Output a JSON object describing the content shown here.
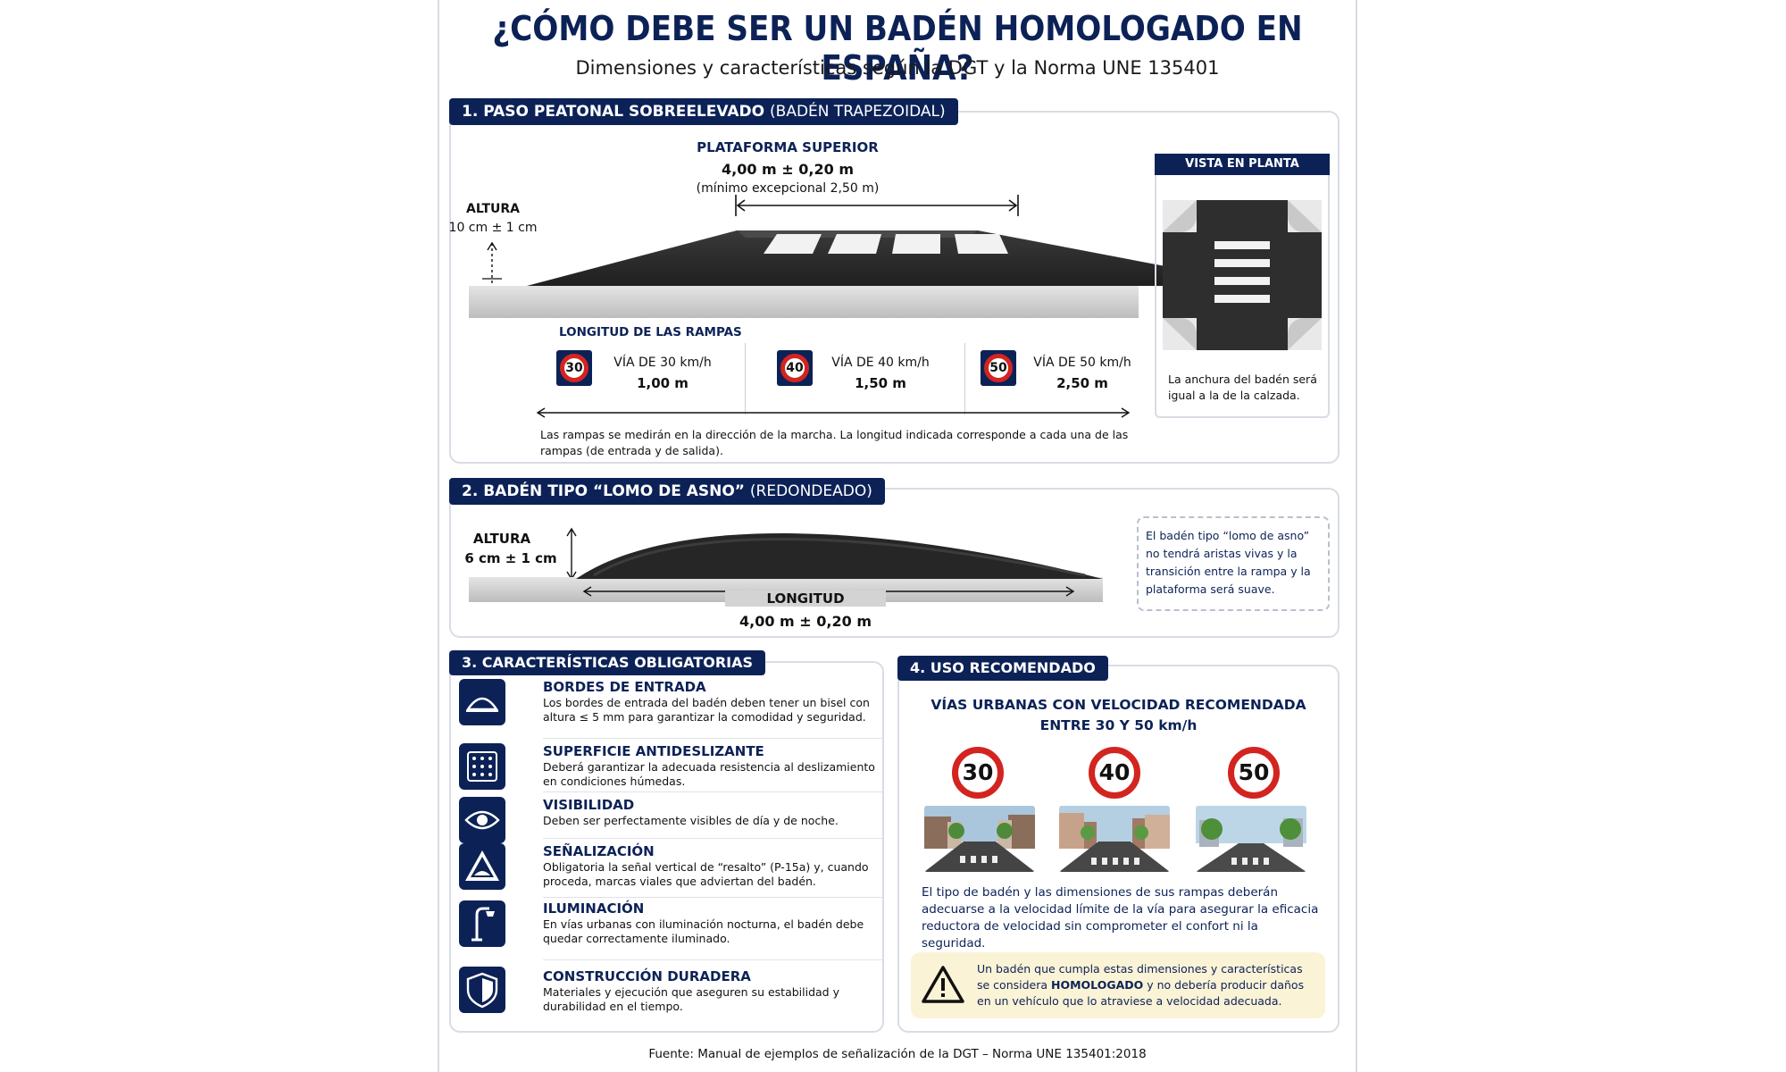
{
  "title": "¿CÓMO DEBE SER UN BADÉN HOMOLOGADO EN ESPAÑA?",
  "subtitle": "Dimensiones y características según la DGT y la Norma UNE 135401",
  "section1": {
    "tab_main": "1. PASO PEATONAL SOBREELEVADO",
    "tab_extra": "(BADÉN TRAPEZOIDAL)",
    "platform_label": "PLATAFORMA SUPERIOR",
    "platform_value": "4,00 m ± 0,20 m",
    "platform_note": "(mínimo excepcional 2,50 m)",
    "height_label": "ALTURA",
    "height_value": "10 cm ± 1 cm",
    "ramps_label": "LONGITUD DE LAS RAMPAS",
    "ramps": [
      {
        "speed": "30",
        "label": "VÍA DE 30 km/h",
        "value": "1,00 m"
      },
      {
        "speed": "40",
        "label": "VÍA DE 40 km/h",
        "value": "1,50 m"
      },
      {
        "speed": "50",
        "label": "VÍA DE 50 km/h",
        "value": "2,50 m"
      }
    ],
    "ramps_note": "Las rampas se medirán en la dirección de la marcha. La longitud indicada corresponde a cada una de las rampas (de entrada y de salida).",
    "plan_title": "VISTA EN PLANTA",
    "plan_note": "La anchura del badén será igual a la de la calzada."
  },
  "section2": {
    "tab_main": "2. BADÉN TIPO “LOMO DE ASNO”",
    "tab_extra": "(REDONDEADO)",
    "height_label": "ALTURA",
    "height_value": "6 cm ± 1 cm",
    "length_label": "LONGITUD",
    "length_value": "4,00 m ± 0,20 m",
    "note": "El badén tipo “lomo de asno” no tendrá aristas vivas y la transición entre la rampa y la plataforma será suave."
  },
  "section3": {
    "tab": "3. CARACTERÍSTICAS OBLIGATORIAS",
    "items": [
      {
        "icon": "bevel-edge-icon",
        "title": "BORDES DE ENTRADA",
        "desc": "Los bordes de entrada del badén deben tener un bisel con altura ≤ 5 mm para garantizar la comodidad y seguridad."
      },
      {
        "icon": "anti-slip-surface-icon",
        "title": "SUPERFICIE ANTIDESLIZANTE",
        "desc": "Deberá garantizar la adecuada resistencia al deslizamiento en condiciones húmedas."
      },
      {
        "icon": "eye-icon",
        "title": "VISIBILIDAD",
        "desc": "Deben ser perfectamente visibles de día y de noche."
      },
      {
        "icon": "speed-bump-warning-sign-icon",
        "title": "SEÑALIZACIÓN",
        "desc": "Obligatoria la señal vertical de “resalto” (P-15a) y, cuando proceda, marcas viales que adviertan del badén."
      },
      {
        "icon": "street-lamp-icon",
        "title": "ILUMINACIÓN",
        "desc": "En vías urbanas con iluminación nocturna, el badén debe quedar correctamente iluminado."
      },
      {
        "icon": "shield-icon",
        "title": "CONSTRUCCIÓN DURADERA",
        "desc": "Materiales y ejecución que aseguren su estabilidad y durabilidad en el tiempo."
      }
    ]
  },
  "section4": {
    "tab": "4. USO RECOMENDADO",
    "heading_line1": "VÍAS URBANAS CON VELOCIDAD RECOMENDADA",
    "heading_line2": "ENTRE 30 Y 50 km/h",
    "speeds": [
      "30",
      "40",
      "50"
    ],
    "paragraph": "El tipo de badén y las dimensiones de sus rampas deberán adecuarse a la velocidad límite de la vía para asegurar la eficacia reductora de velocidad sin comprometer el confort ni la seguridad.",
    "warning_pre": "Un badén que cumpla estas dimensiones y características se considera ",
    "warning_bold": "HOMOLOGADO",
    "warning_post": " y no debería producir daños en un vehículo que lo atraviese a velocidad adecuada."
  },
  "source": "Fuente: Manual de ejemplos de señalización de la DGT – Norma UNE 135401:2018",
  "colors": {
    "navy": "#0c2257",
    "red": "#d32420",
    "warning_bg": "#fbf3d6"
  }
}
